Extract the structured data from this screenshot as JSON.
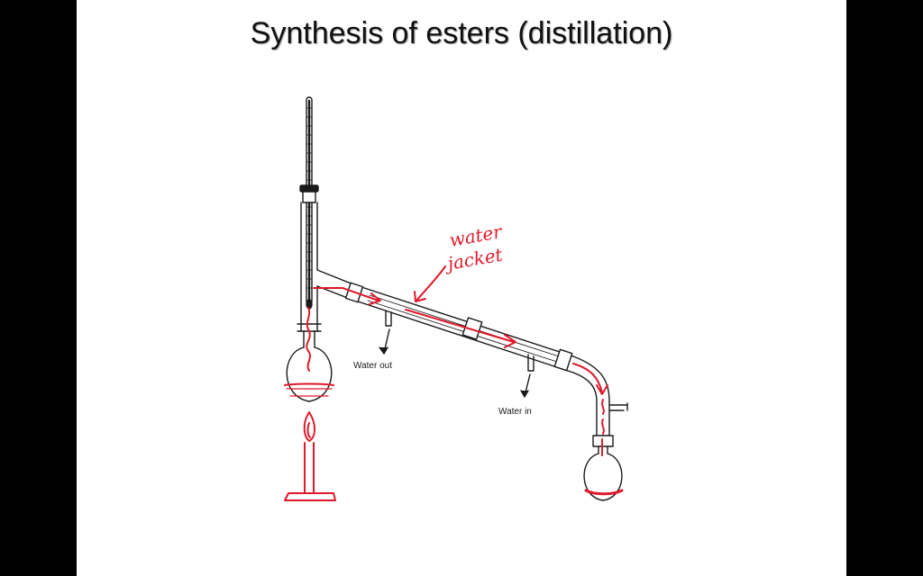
{
  "slide": {
    "title": "Synthesis of esters (distillation)"
  },
  "diagram": {
    "labels": {
      "water_out": "Water out",
      "water_in": "Water in"
    },
    "annotations": {
      "water_jacket": [
        "water",
        "jacket"
      ]
    },
    "colors": {
      "ink": "#1a1a1a",
      "annotation": "#e0192a",
      "frame": "#000000",
      "slide_bg": "#ffffff"
    }
  }
}
